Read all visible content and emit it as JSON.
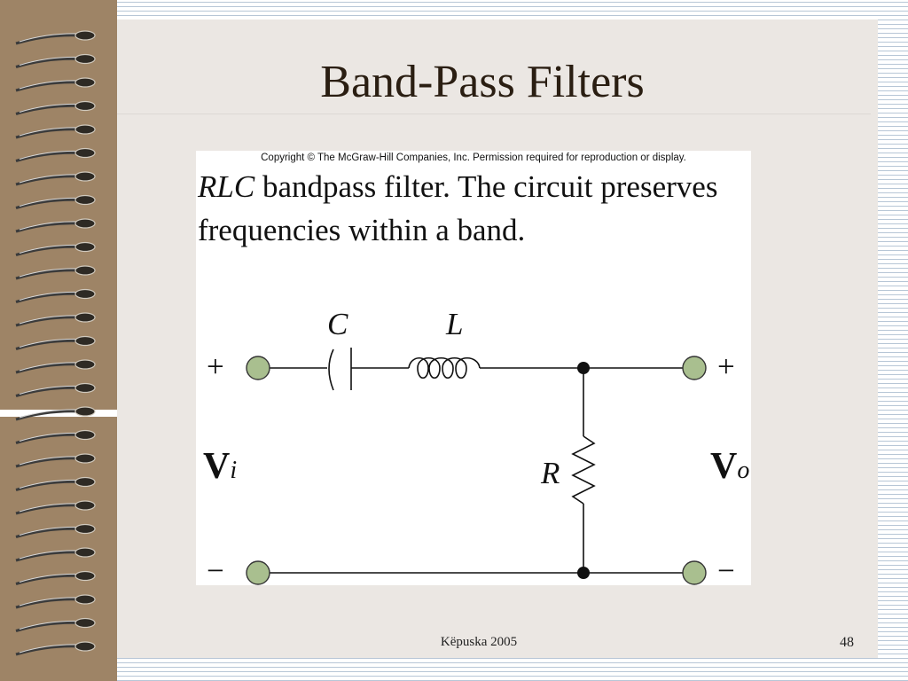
{
  "slide": {
    "title": "Band-Pass Filters",
    "footer": "Këpuska 2005",
    "slide_number": "48"
  },
  "figure": {
    "copyright": "Copyright © The McGraw-Hill Companies, Inc. Permission required for reproduction or display.",
    "caption_emphasis": "RLC",
    "caption_rest": " bandpass filter. The circuit preserves frequencies within a band.",
    "components": {
      "capacitor": "C",
      "inductor": "L",
      "resistor": "R"
    },
    "terminals": {
      "plus": "+",
      "minus": "−",
      "input_symbol": "V",
      "input_subscript": "i",
      "output_symbol": "V",
      "output_subscript": "o"
    }
  },
  "colors": {
    "spine": "#9e8466",
    "panel": "#ebe7e3",
    "terminal_fill": "#a9bf8f",
    "title_text": "#2a1e12"
  }
}
